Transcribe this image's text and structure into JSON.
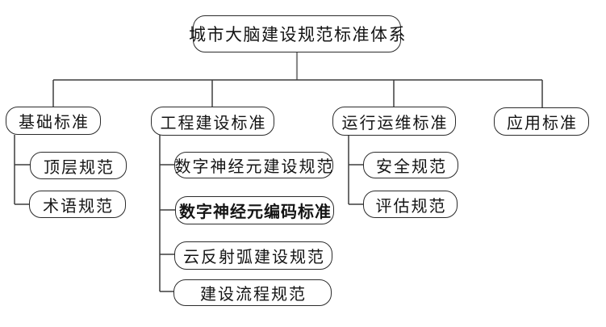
{
  "diagram": {
    "root": {
      "label": "城市大脑建设规范标准体系"
    },
    "branches": [
      {
        "label": "基础标准",
        "children": [
          {
            "label": "顶层规范"
          },
          {
            "label": "术语规范"
          }
        ]
      },
      {
        "label": "工程建设标准",
        "children": [
          {
            "label": "数字神经元建设规范"
          },
          {
            "label": "数字神经元编码标准",
            "emphasis": "bold"
          },
          {
            "label": "云反射弧建设规范"
          },
          {
            "label": "建设流程规范"
          }
        ]
      },
      {
        "label": "运行运维标准",
        "children": [
          {
            "label": "安全规范"
          },
          {
            "label": "评估规范"
          }
        ]
      },
      {
        "label": "应用标准",
        "children": []
      }
    ],
    "colors": {
      "box_border": "#2b2b2b",
      "connector_line": "#3d3d3d",
      "root_stem": "#8a8a8a",
      "text": "#141414",
      "background": "#ffffff"
    }
  }
}
